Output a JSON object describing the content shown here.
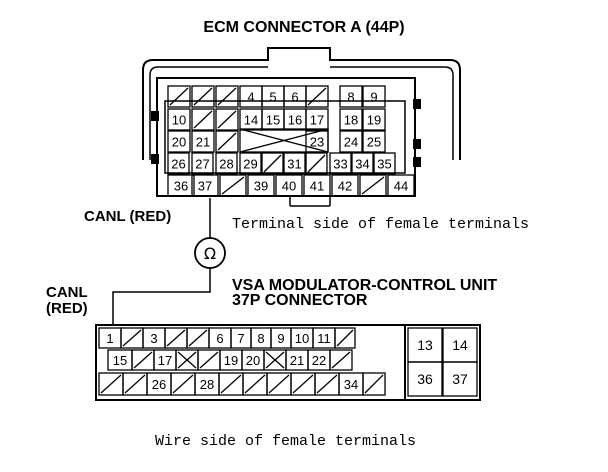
{
  "ecm": {
    "title": "ECM CONNECTOR A (44P)",
    "caption": "Terminal side of female terminals",
    "rows": [
      [
        "/",
        "/",
        "/",
        "4",
        "5",
        "6",
        "/",
        "8",
        "9"
      ],
      [
        "10",
        "/",
        "/",
        "14",
        "15",
        "16",
        "17",
        "18",
        "19"
      ],
      [
        "20",
        "21",
        "/",
        "",
        "",
        "",
        "23",
        "24",
        "25"
      ],
      [
        "26",
        "27",
        "28",
        "29",
        "/",
        "31",
        "/",
        "33",
        "34",
        "35"
      ],
      [
        "36",
        "37",
        "/",
        "39",
        "40",
        "41",
        "42",
        "/",
        "44"
      ]
    ]
  },
  "probe": {
    "canl_ecm": "CANL (RED)",
    "meter_symbol": "Ω",
    "canl_vsa_line1": "CANL",
    "canl_vsa_line2": "(RED)"
  },
  "vsa": {
    "title_line1": "VSA MODULATOR-CONTROL UNIT",
    "title_line2": "37P CONNECTOR",
    "caption": "Wire side of female terminals",
    "row1": [
      "1",
      "/",
      "3",
      "/",
      "/",
      "6",
      "7",
      "8",
      "9",
      "10",
      "11",
      "/"
    ],
    "row2": [
      "15",
      "/",
      "17",
      "X",
      "/",
      "19",
      "20",
      "X",
      "21",
      "22",
      "/"
    ],
    "row3": [
      "/",
      "/",
      "26",
      "/",
      "28",
      "/",
      "/",
      "/",
      "/",
      "/",
      "34",
      "/"
    ],
    "side": [
      "13",
      "14",
      "36",
      "37"
    ]
  }
}
